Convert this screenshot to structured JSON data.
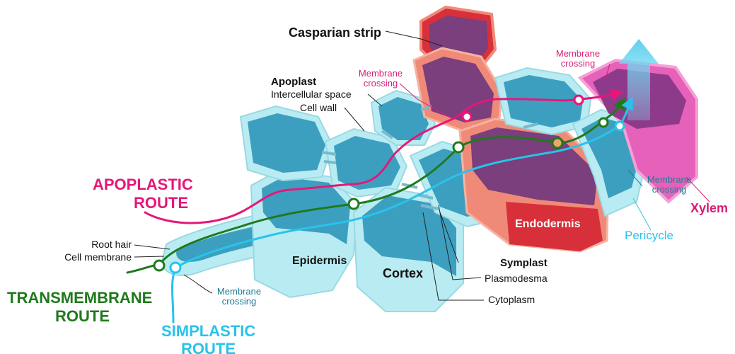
{
  "labels": {
    "casparian_strip": "Casparian strip",
    "membrane_crossing_top_right": "Membrane crossing",
    "membrane_crossing_top_center": "Membrane crossing",
    "apoplast": "Apoplast",
    "intercellular_space": "Intercellular space",
    "cell_wall": "Cell wall",
    "apoplastic_route": "APOPLASTIC ROUTE",
    "root_hair": "Root hair",
    "cell_membrane": "Cell membrane",
    "transmembrane_route": "TRANSMEMBRANE ROUTE",
    "simplastic_route": "SIMPLASTIC ROUTE",
    "membrane_crossing_bottom": "Membrane crossing",
    "epidermis": "Epidermis",
    "cortex": "Cortex",
    "symplast": "Symplast",
    "plasmodesma": "Plasmodesma",
    "cytoplasm": "Cytoplasm",
    "endodermis": "Endodermis",
    "membrane_crossing_right": "Membrane crossing",
    "pericycle": "Pericycle",
    "xylem": "Xylem"
  },
  "colors": {
    "apoplastic": "#e6177a",
    "transmembrane": "#1f7a1c",
    "simplastic": "#28c3ea",
    "cell_fill": "#3d9fbf",
    "cell_wall": "#b8ecf2",
    "endodermis": "#d8303a",
    "endodermis_wall": "#f08a78",
    "xylem": "#e661b9",
    "xylem_wall": "#f4a0d6",
    "text_dark": "#111111",
    "text_blue_note": "#1b7d99",
    "text_pink_note": "#d41f73"
  }
}
